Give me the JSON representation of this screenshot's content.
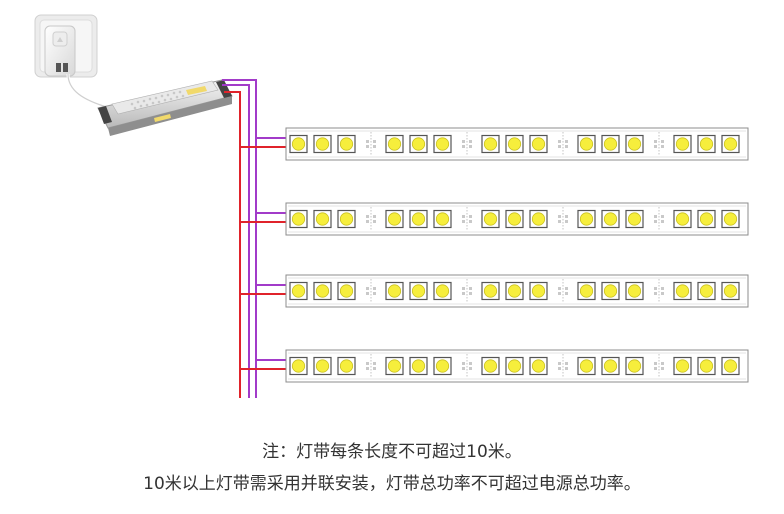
{
  "wire_colors": {
    "red": "#e0232b",
    "purple": "#a23bc9"
  },
  "strip_count": 4,
  "strip_segments": 5,
  "leds_per_segment": 3,
  "led_color": "#f6ee3c",
  "icons": {
    "outlet": "wall-socket-icon",
    "usb": "usb-port-icon",
    "driver": "led-power-supply-icon",
    "led": "smd-led-chip-icon"
  },
  "captions": {
    "line1": "注：灯带每条长度不可超过10米。",
    "line2": "10米以上灯带需采用并联安装，灯带总功率不可超过电源总功率。"
  }
}
